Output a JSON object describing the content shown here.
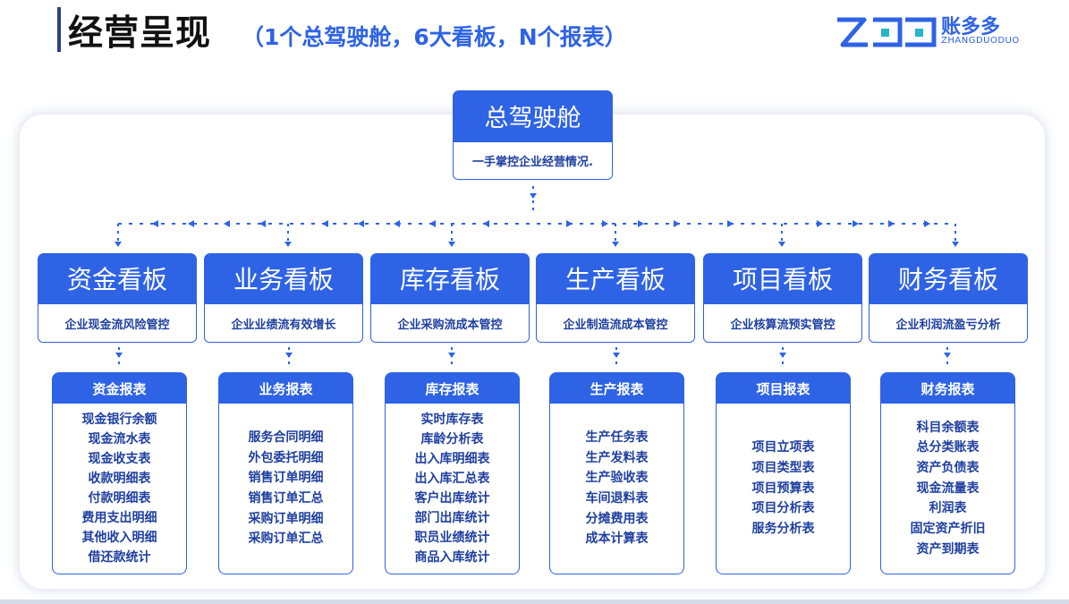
{
  "header": {
    "title": "经营呈现",
    "subtitle": "（1个总驾驶舱，6大看板，N个报表）"
  },
  "logo": {
    "cn": "账多多",
    "en": "ZHANGDUODUO",
    "brand_color": "#2e63e6"
  },
  "colors": {
    "primary": "#2e63e6",
    "text_dark": "#1e3fa0",
    "panel_shadow": "#788cbe"
  },
  "cockpit": {
    "title": "总驾驶舱",
    "desc": "一手掌控企业经营情况."
  },
  "boards": [
    {
      "title": "资金看板",
      "desc": "企业现金流风险管控",
      "report_title": "资金报表",
      "reports": [
        "现金银行余额",
        "现金流水表",
        "现金收支表",
        "收款明细表",
        "付款明细表",
        "费用支出明细",
        "其他收入明细",
        "借还款统计"
      ]
    },
    {
      "title": "业务看板",
      "desc": "企业业绩流有效增长",
      "report_title": "业务报表",
      "reports": [
        "服务合同明细",
        "外包委托明细",
        "销售订单明细",
        "销售订单汇总",
        "采购订单明细",
        "采购订单汇总"
      ]
    },
    {
      "title": "库存看板",
      "desc": "企业采购流成本管控",
      "report_title": "库存报表",
      "reports": [
        "实时库存表",
        "库龄分析表",
        "出入库明细表",
        "出入库汇总表",
        "客户出库统计",
        "部门出库统计",
        "职员业绩统计",
        "商品入库统计"
      ]
    },
    {
      "title": "生产看板",
      "desc": "企业制造流成本管控",
      "report_title": "生产报表",
      "reports": [
        "生产任务表",
        "生产发料表",
        "生产验收表",
        "车间退料表",
        "分摊费用表",
        "成本计算表"
      ]
    },
    {
      "title": "项目看板",
      "desc": "企业核算流预实管控",
      "report_title": "项目报表",
      "reports": [
        "项目立项表",
        "项目类型表",
        "项目预算表",
        "项目分析表",
        "服务分析表"
      ]
    },
    {
      "title": "财务看板",
      "desc": "企业利润流盈亏分析",
      "report_title": "财务报表",
      "reports": [
        "科目余额表",
        "总分类账表",
        "资产负债表",
        "现金流量表",
        "利润表",
        "固定资产折旧",
        "资产到期表"
      ]
    }
  ]
}
